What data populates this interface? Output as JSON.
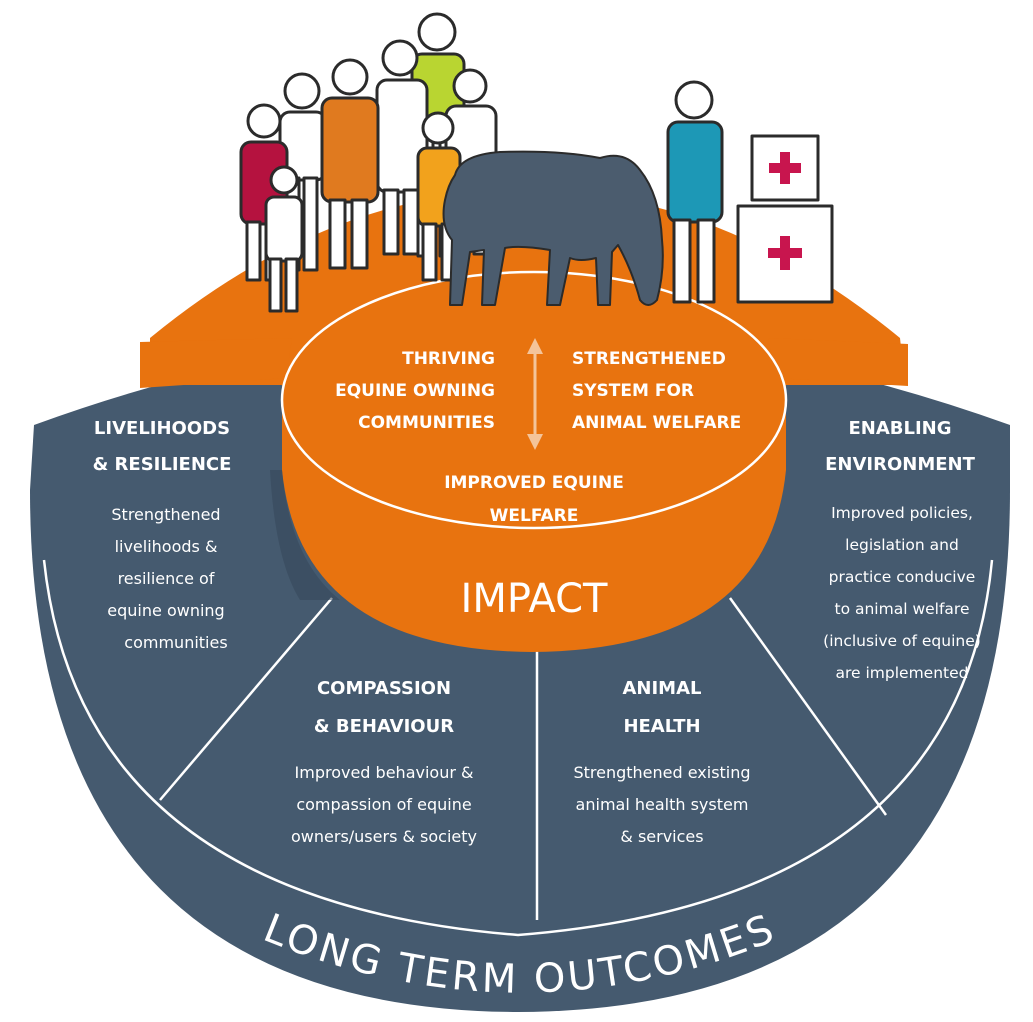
{
  "impact": {
    "title": "IMPACT",
    "left_outcome": [
      "THRIVING",
      "EQUINE OWNING",
      "COMMUNITIES"
    ],
    "right_outcome": [
      "STRENGTHENED",
      "SYSTEM FOR",
      "ANIMAL WELFARE"
    ],
    "bottom_outcome": [
      "IMPROVED EQUINE",
      "WELFARE"
    ]
  },
  "outcomes": {
    "ring_label": "LONG TERM OUTCOMES",
    "livelihoods": {
      "heading": [
        "LIVELIHOODS",
        "& RESILIENCE"
      ],
      "body": [
        "Strengthened",
        "livelihoods &",
        "resilience of",
        "equine owning",
        "communities"
      ]
    },
    "compassion": {
      "heading": [
        "COMPASSION",
        "& BEHAVIOUR"
      ],
      "body": [
        "Improved behaviour &",
        "compassion of equine",
        "owners/users & society"
      ]
    },
    "animal_health": {
      "heading": [
        "ANIMAL",
        "HEALTH"
      ],
      "body": [
        "Strengthened existing",
        "animal health system",
        "& services"
      ]
    },
    "enabling": {
      "heading": [
        "ENABLING",
        "ENVIRONMENT"
      ],
      "body": [
        "Improved policies,",
        "legislation and",
        "practice conducive",
        "to animal welfare",
        "(inclusive of equine)",
        "are implemented"
      ]
    }
  },
  "colors": {
    "orange": "#E8730F",
    "orange_dark": "#C85E07",
    "slate": "#455A6F",
    "slate_dark": "#34475A",
    "peach": "#F4C49A",
    "red": "#B5123F",
    "orange_person": "#E07A1F",
    "lime": "#B9D531",
    "yellow": "#F2A21C",
    "teal": "#1D98B6",
    "horse": "#4B5C6E",
    "cross": "#C8154E"
  },
  "icons": [
    "person-icon",
    "horse-icon",
    "first-aid-kit-icon",
    "double-arrow-icon"
  ]
}
